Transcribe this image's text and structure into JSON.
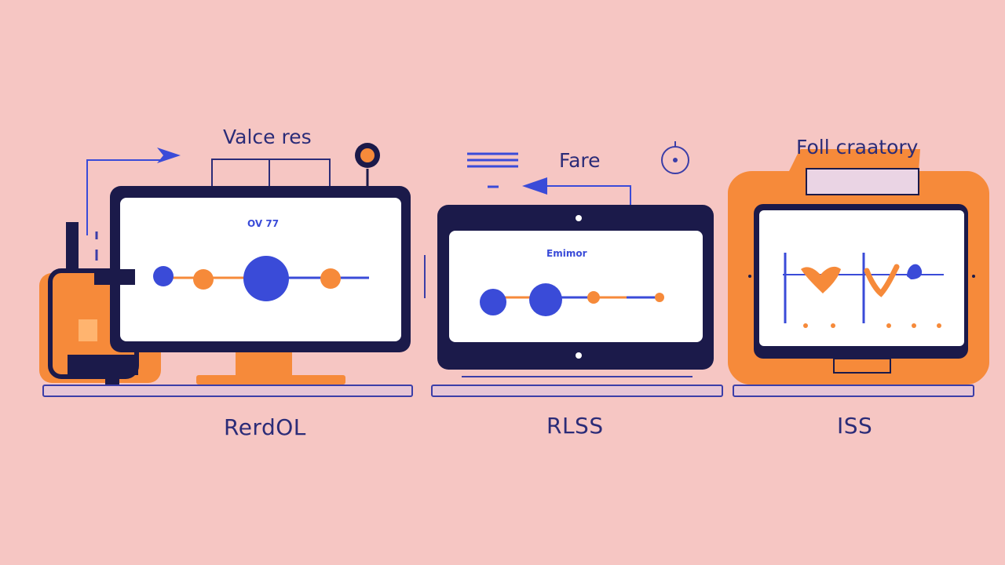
{
  "panels": [
    {
      "top_label": "Valce res",
      "screen_label": "OV 77",
      "bottom_label": "RerdOL"
    },
    {
      "top_label": "Fare",
      "screen_label": "Emimor",
      "bottom_label": "RLSS"
    },
    {
      "top_label": "Foll craatory",
      "screen_label": "",
      "bottom_label": "ISS"
    }
  ],
  "colors": {
    "background": "#f6c6c3",
    "navy": "#1b1a4a",
    "orange": "#f68a3a",
    "blue": "#3a4bd8",
    "screen": "#ffffff",
    "shelf": "#e7c6d6",
    "outline": "#3b3ea8"
  }
}
